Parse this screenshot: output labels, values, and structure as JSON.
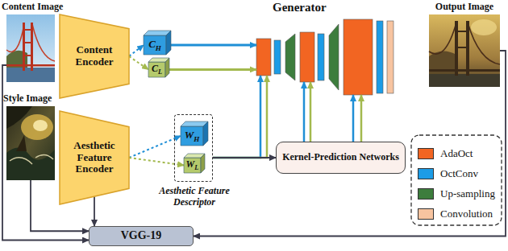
{
  "diagram": {
    "nodes": [
      {
        "text": [
          "Content Image"
        ]
      },
      {
        "text": [
          "Style Image"
        ]
      },
      {
        "text": [
          "Content Encoder"
        ]
      },
      {
        "text": [
          "Aesthetic Feature Encoder"
        ]
      },
      {
        "text": [
          "CH"
        ]
      },
      {
        "text": [
          "CL"
        ]
      },
      {
        "text": [
          "Aesthetic Feature Descriptor"
        ]
      },
      {
        "text": [
          "WH"
        ],
        "in": 6
      },
      {
        "text": [
          "WL"
        ],
        "in": 6
      },
      {
        "text": [
          "Generator"
        ]
      },
      {
        "text": [
          "Output Image"
        ]
      },
      {
        "text": [
          "Kernel-Prediction Networks"
        ]
      },
      {
        "text": [
          "VGG-19"
        ]
      }
    ],
    "edges": [
      {
        "from": 2,
        "to": 4,
        "arrow": "to"
      },
      {
        "from": 2,
        "to": 5,
        "arrow": "to"
      },
      {
        "from": 3,
        "to": 7,
        "arrow": "to"
      },
      {
        "from": 3,
        "to": 8,
        "arrow": "to"
      },
      {
        "from": 4,
        "to": 9,
        "arrow": "to"
      },
      {
        "from": 5,
        "to": 9,
        "arrow": "to"
      },
      {
        "from": 6,
        "to": 11,
        "arrow": "to"
      },
      {
        "from": 6,
        "to": 9,
        "arrow": "to"
      },
      {
        "from": 6,
        "to": 9,
        "arrow": "to"
      },
      {
        "from": 11,
        "to": 9,
        "arrow": "to"
      },
      {
        "from": 11,
        "to": 9,
        "arrow": "to"
      },
      {
        "from": 11,
        "to": 9,
        "arrow": "to"
      },
      {
        "from": 11,
        "to": 9,
        "arrow": "to"
      },
      {
        "from": 0,
        "to": 12,
        "arrow": "to"
      },
      {
        "from": 1,
        "to": 12,
        "arrow": "to"
      },
      {
        "from": 3,
        "to": 12,
        "arrow": "to"
      },
      {
        "from": 10,
        "to": 12,
        "arrow": "to"
      }
    ],
    "legend": [
      {
        "text": "AdaOct",
        "color": "#f26522"
      },
      {
        "text": "OctConv",
        "color": "#1c9ce6"
      },
      {
        "text": "Up-sampling",
        "color": "#3d7d3d"
      },
      {
        "text": "Convolution",
        "color": "#f7c4a0"
      }
    ]
  }
}
